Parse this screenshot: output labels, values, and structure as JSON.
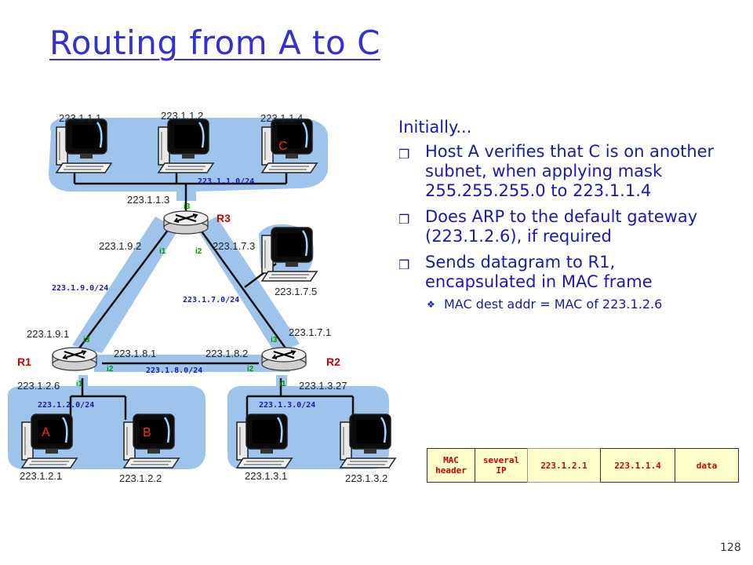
{
  "title": "Routing from A to C",
  "slide_number": "128",
  "text": {
    "intro": "Initially...",
    "bullets": [
      "Host A verifies that C is on another subnet, when applying mask 255.255.255.0 to 223.1.1.4",
      "Does ARP to the default gateway (223.1.2.6), if required",
      "Sends datagram to R1, encapsulated in MAC frame"
    ],
    "sub_bullets": [
      "MAC dest addr = MAC of 223.1.2.6"
    ]
  },
  "frame": {
    "mac_header": "MAC header",
    "ip_header": "several IP",
    "src_ip": "223.1.2.1",
    "dst_ip": "223.1.1.4",
    "data": "data"
  },
  "network": {
    "subnets": {
      "top": "223.1.1.0/24",
      "bottom_left": "223.1.2.0/24",
      "bottom_right": "223.1.3.0/24",
      "left_link": "223.1.9.0/24",
      "right_link": "223.1.7.0/24",
      "bottom_link": "223.1.8.0/24"
    },
    "hosts": {
      "h_223_1_1_1": "223.1.1.1",
      "h_223_1_1_2": "223.1.1.2",
      "h_223_1_1_4": "223.1.1.4",
      "h_223_1_7_5": "223.1.7.5",
      "h_223_1_2_1": "223.1.2.1",
      "h_223_1_2_2": "223.1.2.2",
      "h_223_1_3_1": "223.1.3.1",
      "h_223_1_3_2": "223.1.3.2"
    },
    "host_letters": {
      "a": "A",
      "b": "B",
      "c": "C"
    },
    "routers": {
      "r1": {
        "name": "R1",
        "addr_i1": "223.1.2.6",
        "addr_i2": "223.1.8.1",
        "addr_i3": "223.1.9.1"
      },
      "r2": {
        "name": "R2",
        "addr_i1": "223.1.3.27",
        "addr_i2": "223.1.8.2",
        "addr_i3": "223.1.7.1"
      },
      "r3": {
        "name": "R3",
        "addr_i1": "223.1.9.2",
        "addr_i2": "223.1.7.3",
        "addr_i3": "223.1.1.3"
      }
    },
    "interfaces": {
      "i1": "i1",
      "i2": "i2",
      "i3": "i3"
    }
  }
}
